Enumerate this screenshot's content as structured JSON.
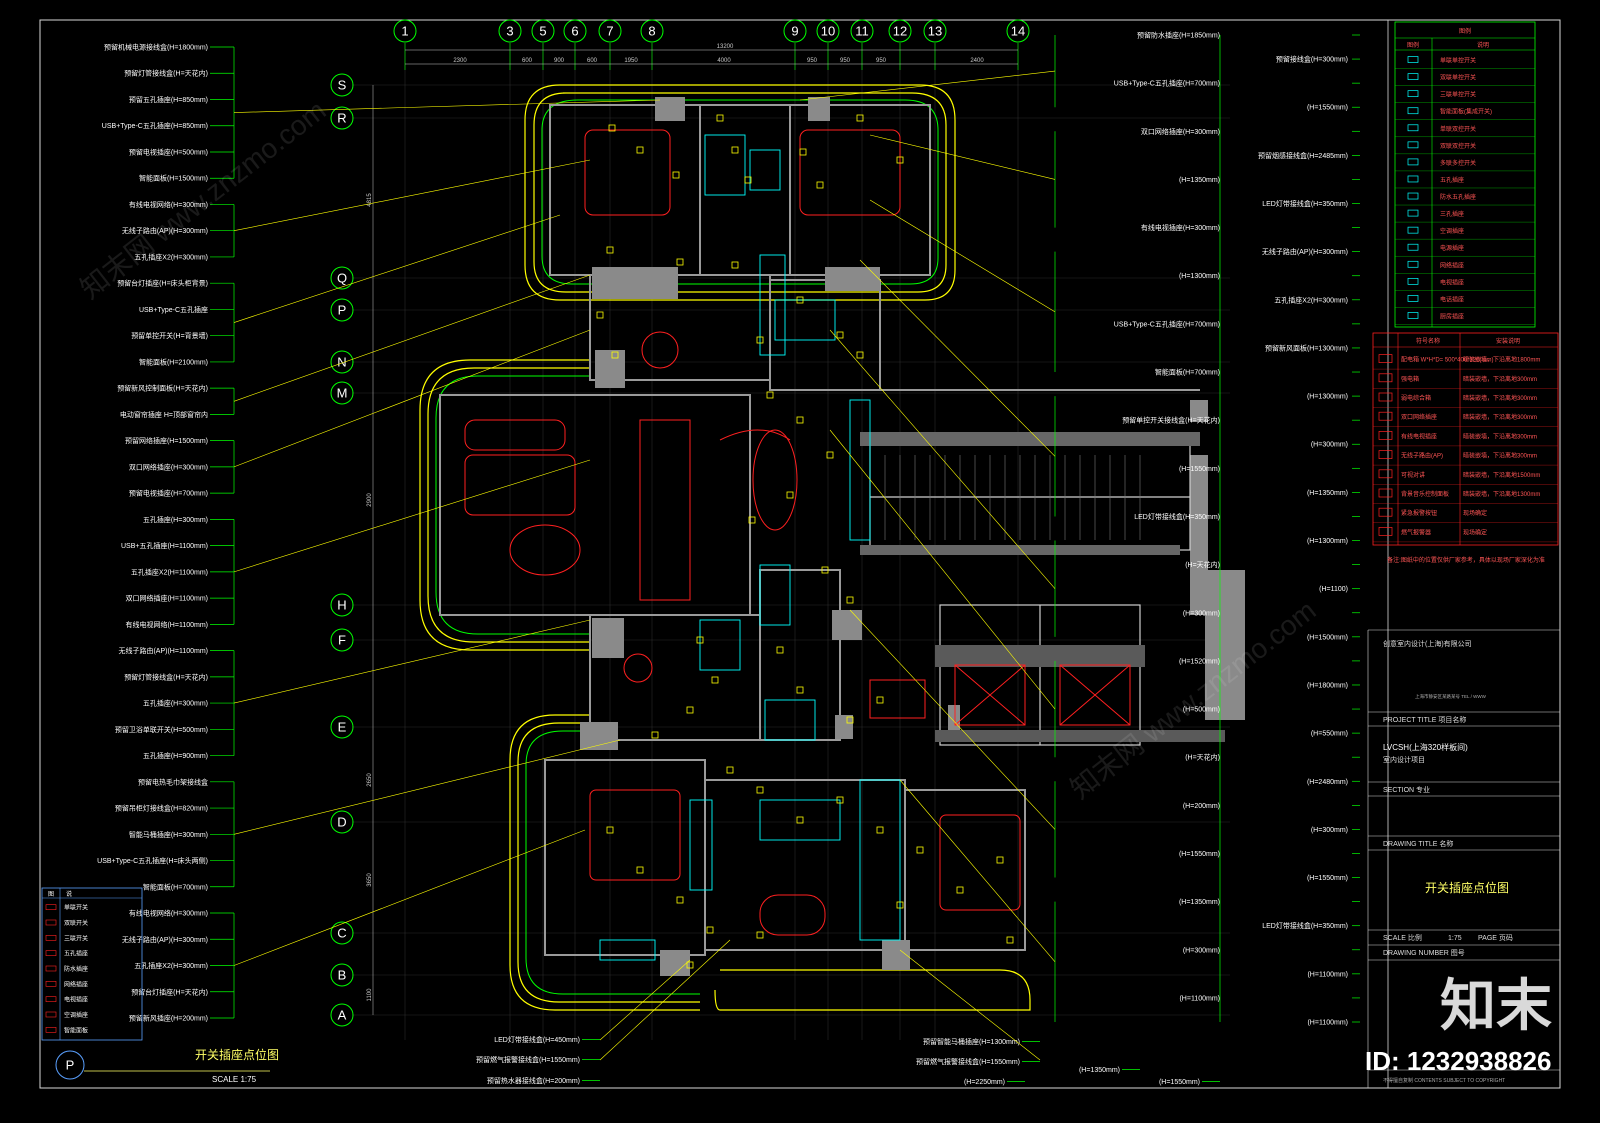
{
  "grid": {
    "columns": [
      "1",
      "3",
      "5",
      "6",
      "7",
      "8",
      "9",
      "10",
      "11",
      "12",
      "13",
      "14"
    ],
    "rows": [
      "S",
      "R",
      "Q",
      "P",
      "N",
      "M",
      "H",
      "F",
      "E",
      "D",
      "C",
      "B",
      "A"
    ]
  },
  "dimensions": {
    "top_total": "13200",
    "top": [
      "2300",
      "600",
      "900",
      "600",
      "1950",
      "4000",
      "950",
      "950",
      "950",
      "2400"
    ],
    "left": [
      "4815",
      "2900",
      "2650",
      "3650",
      "1100"
    ]
  },
  "labels_left": [
    "预留机械电源接线盒(H=1800mm)",
    "预留灯管接线盒(H=天花内)",
    "预留五孔插座(H=850mm)",
    "USB+Type-C五孔插座(H=850mm)",
    "预留电视插座(H=500mm)",
    "智能面板(H=1500mm)",
    "有线电视网络(H=300mm)",
    "无线子路由(AP)(H=300mm)",
    "五孔插座X2(H=300mm)",
    "预留台灯插座(H=床头柜背景)",
    "USB+Type-C五孔插座",
    "预留单控开关(H=背景墙)",
    "智能面板(H=2100mm)",
    "预留新风控制面板(H=天花内)",
    "电动窗帘插座 H=顶部窗帘内",
    "预留网络插座(H=1500mm)",
    "双口网络插座(H=300mm)",
    "预留电视插座(H=700mm)",
    "五孔插座(H=300mm)",
    "USB+五孔插座(H=1100mm)",
    "五孔插座X2(H=1100mm)",
    "双口网络插座(H=1100mm)",
    "有线电视网络(H=1100mm)",
    "无线子路由(AP)(H=1100mm)",
    "预留灯管接线盒(H=天花内)",
    "五孔插座(H=300mm)",
    "预留卫浴单联开关(H=500mm)",
    "五孔插座(H=900mm)",
    "预留电热毛巾架接线盒",
    "预留吊柜灯接线盒(H=820mm)",
    "智能马桶插座(H=300mm)",
    "USB+Type-C五孔插座(H=床头两侧)",
    "智能面板(H=700mm)",
    "有线电视网络(H=300mm)",
    "无线子路由(AP)(H=300mm)",
    "五孔插座X2(H=300mm)",
    "预留台灯插座(H=天花内)",
    "预留新风插座(H=200mm)"
  ],
  "labels_right": [
    "预留防水插座(H=1850mm)",
    "预留接线盒(H=300mm)",
    "USB+Type-C五孔插座(H=700mm)",
    "(H=1550mm)",
    "双口网络插座(H=300mm)",
    "预留烟感接线盒(H=2485mm)",
    "(H=1350mm)",
    "LED灯带接线盒(H=350mm)",
    "有线电视插座(H=300mm)",
    "无线子路由(AP)(H=300mm)",
    "(H=1300mm)",
    "五孔插座X2(H=300mm)",
    "USB+Type-C五孔插座(H=700mm)",
    "预留新风面板(H=1300mm)",
    "智能面板(H=700mm)",
    "(H=1300mm)",
    "预留单控开关接线盒(H=天花内)",
    "(H=300mm)",
    "(H=1550mm)",
    "(H=1350mm)",
    "LED灯带接线盒(H=350mm)",
    "(H=1300mm)",
    "(H=天花内)",
    "(H=1100)",
    "(H=300mm)",
    "(H=1500mm)",
    "(H=1520mm)",
    "(H=1800mm)",
    "(H=500mm)",
    "(H=550mm)",
    "(H=天花内)",
    "(H=2480mm)",
    "(H=200mm)",
    "(H=300mm)",
    "(H=1550mm)",
    "(H=1550mm)",
    "(H=1350mm)",
    "LED灯带接线盒(H=350mm)",
    "(H=300mm)",
    "(H=1100mm)",
    "(H=1100mm)",
    "(H=1100mm)"
  ],
  "labels_bottom": [
    "LED灯带接线盒(H=450mm)",
    "预留燃气报警接线盒(H=1550mm)",
    "预留热水器接线盒(H=200mm)",
    "预留智能马桶插座(H=1300mm)",
    "预留燃气报警接线盒(H=1550mm)",
    "(H=2250mm)",
    "(H=1350mm)",
    "(H=1550mm)"
  ],
  "legend_top": {
    "title": "图例",
    "columns": [
      "图例",
      "说明"
    ],
    "items": [
      "单联单控开关",
      "双联单控开关",
      "三联单控开关",
      "智能面板(集成开关)",
      "单联双控开关",
      "双联双控开关",
      "多联多控开关",
      "五孔插座",
      "防水五孔插座",
      "三孔插座",
      "空调插座",
      "电源插座",
      "网络插座",
      "电视插座",
      "电话插座",
      "厨房插座"
    ]
  },
  "legend_mid": {
    "columns": [
      "符号名称",
      "安装说明"
    ],
    "items": [
      {
        "name": "配电箱 W*H*D= 500*400*120(mm)",
        "note": "暗装嵌墙，下沿离地1800mm"
      },
      {
        "name": "强电箱",
        "note": "暗装嵌墙，下沿离地300mm"
      },
      {
        "name": "弱电综合箱",
        "note": "暗装嵌墙，下沿离地300mm"
      },
      {
        "name": "双口网络插座",
        "note": "暗装嵌墙，下沿离地300mm"
      },
      {
        "name": "有线电视插座",
        "note": "暗装嵌墙，下沿离地300mm"
      },
      {
        "name": "无线子路由(AP)",
        "note": "暗装嵌墙，下沿离地300mm"
      },
      {
        "name": "可视对讲",
        "note": "暗装嵌墙，下沿离地1500mm"
      },
      {
        "name": "背景音乐控制面板",
        "note": "暗装嵌墙，下沿离地1300mm"
      },
      {
        "name": "紧急报警按钮",
        "note": "现场确定"
      },
      {
        "name": "燃气报警器",
        "note": "现场确定"
      }
    ],
    "note": "备注:图纸中的位置仅供厂家参考，具体以现场厂家深化为准"
  },
  "legend_bottom_left": {
    "header": [
      "图",
      "说"
    ],
    "items": [
      "单联开关",
      "双联开关",
      "三联开关",
      "五孔插座",
      "防水插座",
      "网络插座",
      "电视插座",
      "空调插座",
      "智能面板"
    ]
  },
  "title_block": {
    "company": "创意室内设计(上海)有限公司",
    "contact": "上海市静安区某路某号 TEL / WWW",
    "project_title_label": "PROJECT TITLE 项目名称",
    "project_title": "LVCSH(上海320样板间)",
    "project_sub": "室内设计项目",
    "section_label": "SECTION 专业",
    "drawing_title_label": "DRAWING TITLE 名称",
    "drawing_title": "开关插座点位图",
    "scale_label": "SCALE 比例",
    "scale_value": "1:75",
    "page_label": "PAGE 页码",
    "drawing_number_label": "DRAWING NUMBER 图号",
    "footer": "不得擅自复制 CONTENTS SUBJECT TO COPYRIGHT"
  },
  "bottom_caption": {
    "bubble": "P",
    "title": "开关插座点位图",
    "scale": "SCALE  1:75"
  },
  "watermark": {
    "text": "知末网 www.znzmo.com",
    "logo": "知末",
    "id": "ID: 1232938826"
  },
  "colors": {
    "background": "#000000",
    "frame": "#d9d9d9",
    "grid_line": "#2a2a2a",
    "axis_bubble": "#00ff00",
    "leader": "#ffff00",
    "label_bracket": "#00ff00",
    "wall": "#888888",
    "furniture": "#ff2020",
    "fixture": "#00ffff",
    "dimension": "#c8c8c8"
  }
}
